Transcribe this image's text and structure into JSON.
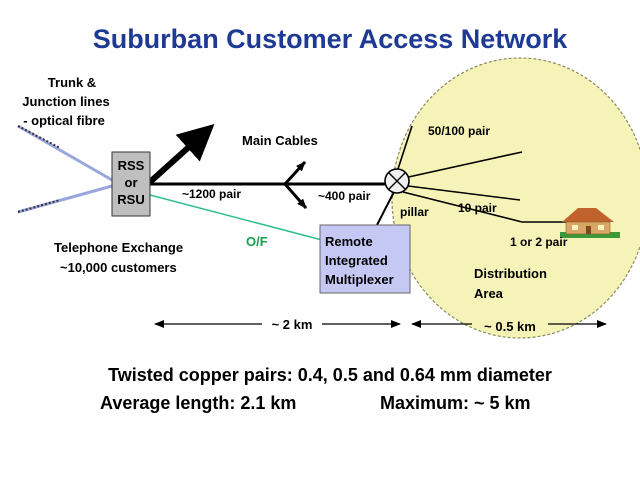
{
  "title": "Suburban Customer Access Network",
  "colors": {
    "title": "#1f3a93",
    "area_fill": "#f6f3b8",
    "area_stroke": "#8a8a60",
    "box_fill": "#c5c8f2",
    "fibre": "#2fbf8c",
    "of_label": "#19a04d",
    "trunk": "#9aa6e0"
  },
  "labels": {
    "trunk_line1": "Trunk &",
    "trunk_line2": "Junction lines",
    "trunk_line3": "- optical fibre",
    "rss_line1": "RSS",
    "rss_line2": "or",
    "rss_line3": "RSU",
    "main_cables": "Main Cables",
    "pair_1200": "~1200 pair",
    "pair_400": "~400 pair",
    "pair_50_100": "50/100 pair",
    "pair_10": "10 pair",
    "pair_1or2": "1 or 2  pair",
    "pillar": "pillar",
    "of": "O/F",
    "exchange_line1": "Telephone Exchange",
    "exchange_line2": "~10,000 customers",
    "rim_line1": "Remote",
    "rim_line2": "Integrated",
    "rim_line3": "Multiplexer",
    "dist_line1": "Distribution",
    "dist_line2": "Area",
    "dist_2km": "~ 2 km",
    "dist_05km": "~ 0.5 km"
  },
  "footer": {
    "line1": "Twisted copper pairs:  0.4, 0.5 and 0.64 mm diameter",
    "line2_left": "Average length: 2.1 km",
    "line2_right": "Maximum: ~ 5 km"
  }
}
